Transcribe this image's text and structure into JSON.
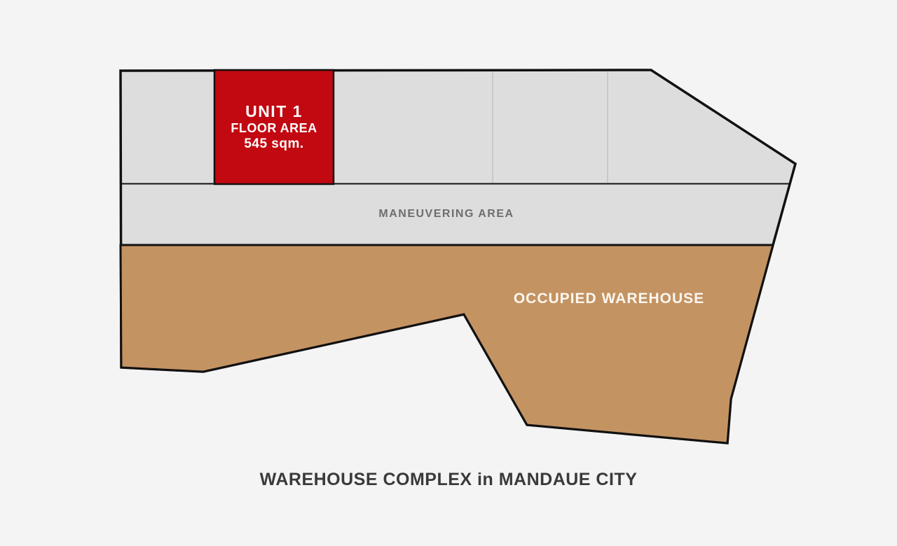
{
  "diagram": {
    "title": "WAREHOUSE COMPLEX in MANDAUE CITY",
    "unit1": {
      "name": "UNIT 1",
      "floor_label": "FLOOR AREA",
      "floor_size": "545 sqm."
    },
    "maneuvering_label": "MANEUVERING AREA",
    "occupied_label": "OCCUPIED WAREHOUSE",
    "colors": {
      "background": "#F4F4F4",
      "complex_fill": "#DDDDDD",
      "occupied_fill": "#C49362",
      "unit_fill": "#C20810",
      "outline": "#111111",
      "divider": "#C9C9C9",
      "unit_text": "#FFFFFF",
      "occupied_text": "#FAF7F0",
      "maneuvering_text": "#6E6E6E",
      "title_text": "#3A3A3A"
    }
  }
}
